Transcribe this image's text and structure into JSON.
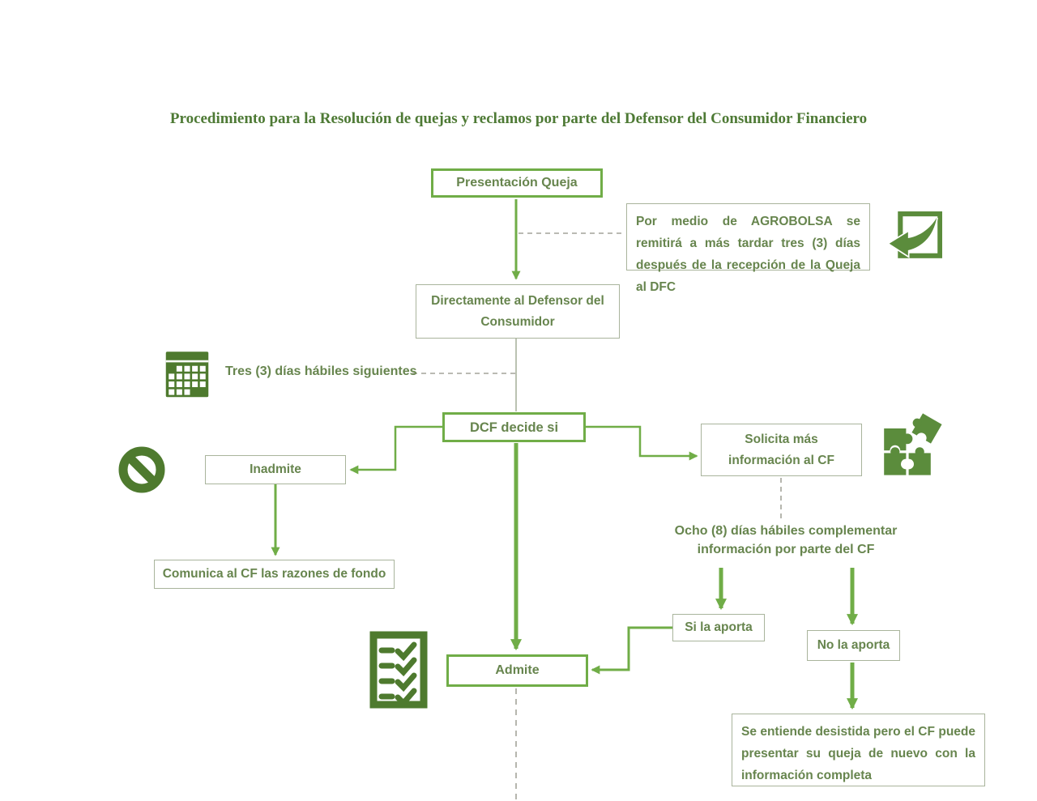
{
  "title": "Procedimiento para la Resolución de quejas y reclamos por parte del Defensor del Consumidor Financiero",
  "nodes": {
    "presentacion": {
      "label": "Presentación Queja"
    },
    "agrobolsa": {
      "label": "Por medio de AGROBOLSA se remitirá a más tardar tres (3) días después de la recepción de la Queja al DFC"
    },
    "directamente": {
      "label": "Directamente al Defensor del Consumidor"
    },
    "tres_dias": {
      "label": "Tres (3) días hábiles siguientes"
    },
    "dcf": {
      "label": "DCF decide si"
    },
    "inadmite": {
      "label": "Inadmite"
    },
    "solicita": {
      "label": "Solicita más información al CF"
    },
    "comunica": {
      "label": "Comunica al CF las razones de fondo"
    },
    "ocho_dias": {
      "label": "Ocho (8) días hábiles complementar información por parte del CF"
    },
    "si_aporta": {
      "label": "Si la aporta"
    },
    "no_aporta": {
      "label": "No la aporta"
    },
    "admite": {
      "label": "Admite"
    },
    "desistida": {
      "label": "Se entiende desistida pero el CF puede presentar su queja de nuevo con la información completa"
    }
  },
  "icons": {
    "reply": "reply-arrow-icon",
    "calendar": "calendar-icon",
    "prohibition": "prohibition-icon",
    "puzzle": "puzzle-icon",
    "checklist": "checklist-icon"
  },
  "colors": {
    "accent_green": "#70AD47",
    "icon_green_dark": "#4e7a2e",
    "icon_green_mid": "#5b8c3c",
    "text_green": "#67854e",
    "title_green": "#4e7a35",
    "thin_border": "#a9b49c",
    "dash_gray": "#a3a49a"
  }
}
